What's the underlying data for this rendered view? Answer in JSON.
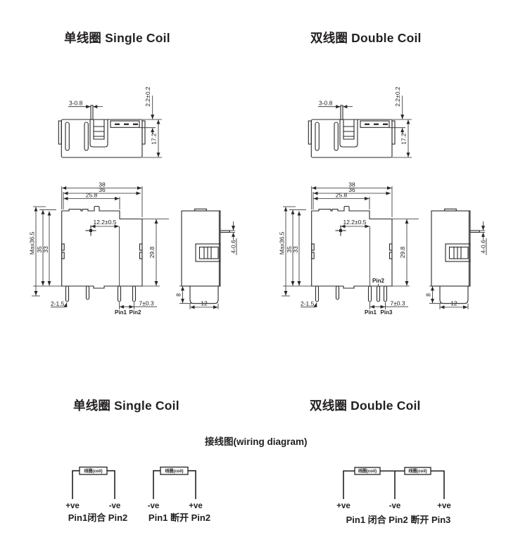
{
  "titles": {
    "single_coil": "单线圈 Single Coil",
    "double_coil": "双线圈 Double Coil",
    "wiring_heading": "接线图(wiring diagram)"
  },
  "dimensions": {
    "front_view": {
      "pin_spec": "3-0.8",
      "top_gap": "2.2±0.2",
      "height": "17.2"
    },
    "main_view": {
      "width_overall": "38",
      "width_body": "36",
      "width_front": "25.8",
      "coil_to_pin": "12.2±0.5",
      "height_max": "Max36.5",
      "height_body": "35",
      "height_inner": "33",
      "height_terminal": "29.8",
      "pin_spec": "2-1.5",
      "pin_pitch": "7±0.3"
    },
    "side_view": {
      "terminal_spec": "4-0.6",
      "stem_height": "8",
      "stem_width": "12"
    }
  },
  "pins": {
    "pin1": "Pin1",
    "pin2": "Pin2",
    "pin3": "Pin3"
  },
  "wiring": {
    "coil_label": "线圈(coil)",
    "single_close": {
      "left_polarity": "+ve",
      "right_polarity": "-ve",
      "caption": "Pin1闭合 Pin2"
    },
    "single_open": {
      "left_polarity": "-ve",
      "right_polarity": "+ve",
      "caption": "Pin1 断开 Pin2"
    },
    "double": {
      "left_polarity": "+ve",
      "middle_polarity": "-ve",
      "right_polarity": "+ve",
      "caption": "Pin1 闭合 Pin2 断开 Pin3"
    }
  },
  "colors": {
    "line": "#2a2627",
    "text": "#232021",
    "background": "#ffffff"
  }
}
